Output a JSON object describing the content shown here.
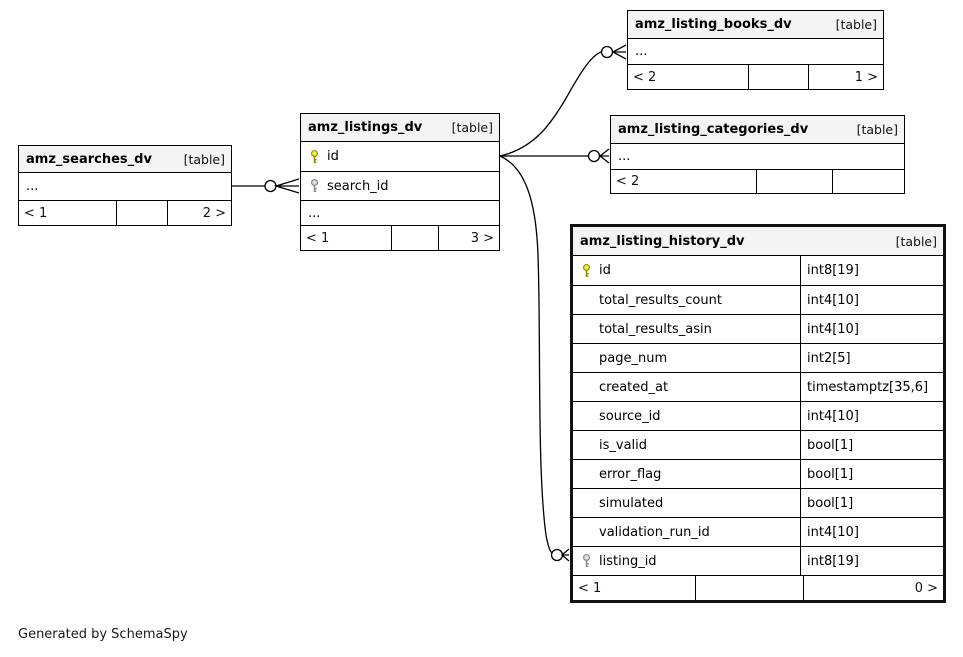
{
  "diagram": {
    "generated_by": "Generated by SchemaSpy",
    "colors": {
      "header_bg": "#f4f4f4",
      "border": "#000000",
      "pk_key_fill": "#e8e800",
      "pk_key_stroke": "#8f8f00",
      "fk_key_fill": "#cccccc",
      "fk_key_stroke": "#8a8a8a"
    }
  },
  "tables": [
    {
      "name": "amz_searches_dv",
      "type_label": "[table]",
      "two_col": false,
      "rows": [
        {
          "name": "...",
          "type": "",
          "key": null
        }
      ],
      "footer": {
        "left": "< 1",
        "middle": "",
        "right": "2 >"
      }
    },
    {
      "name": "amz_listings_dv",
      "type_label": "[table]",
      "two_col": false,
      "rows": [
        {
          "name": "id",
          "type": "",
          "key": "pk"
        },
        {
          "name": "search_id",
          "type": "",
          "key": "fk"
        },
        {
          "name": "...",
          "type": "",
          "key": null
        }
      ],
      "footer": {
        "left": "< 1",
        "middle": "",
        "right": "3 >"
      }
    },
    {
      "name": "amz_listing_books_dv",
      "type_label": "[table]",
      "two_col": false,
      "rows": [
        {
          "name": "...",
          "type": "",
          "key": null
        }
      ],
      "footer": {
        "left": "< 2",
        "middle": "",
        "right": "1 >"
      }
    },
    {
      "name": "amz_listing_categories_dv",
      "type_label": "[table]",
      "two_col": false,
      "rows": [
        {
          "name": "...",
          "type": "",
          "key": null
        }
      ],
      "footer": {
        "left": "< 2",
        "middle": "",
        "right": ""
      }
    },
    {
      "name": "amz_listing_history_dv",
      "type_label": "[table]",
      "two_col": true,
      "emphasized": true,
      "rows": [
        {
          "name": "id",
          "type": "int8[19]",
          "key": "pk"
        },
        {
          "name": "total_results_count",
          "type": "int4[10]",
          "key": null
        },
        {
          "name": "total_results_asin",
          "type": "int4[10]",
          "key": null
        },
        {
          "name": "page_num",
          "type": "int2[5]",
          "key": null
        },
        {
          "name": "created_at",
          "type": "timestamptz[35,6]",
          "key": null
        },
        {
          "name": "source_id",
          "type": "int4[10]",
          "key": null
        },
        {
          "name": "is_valid",
          "type": "bool[1]",
          "key": null
        },
        {
          "name": "error_flag",
          "type": "bool[1]",
          "key": null
        },
        {
          "name": "simulated",
          "type": "bool[1]",
          "key": null
        },
        {
          "name": "validation_run_id",
          "type": "int4[10]",
          "key": null
        },
        {
          "name": "listing_id",
          "type": "int8[19]",
          "key": "fk"
        }
      ],
      "footer": {
        "left": "< 1",
        "middle": "",
        "right": "0 >"
      }
    }
  ],
  "relationships": [
    {
      "from": "amz_searches_dv",
      "to": "amz_listings_dv.search_id"
    },
    {
      "from": "amz_listings_dv.id",
      "to": "amz_listing_books_dv"
    },
    {
      "from": "amz_listings_dv.id",
      "to": "amz_listing_categories_dv"
    },
    {
      "from": "amz_listings_dv.id",
      "to": "amz_listing_history_dv.listing_id"
    }
  ]
}
